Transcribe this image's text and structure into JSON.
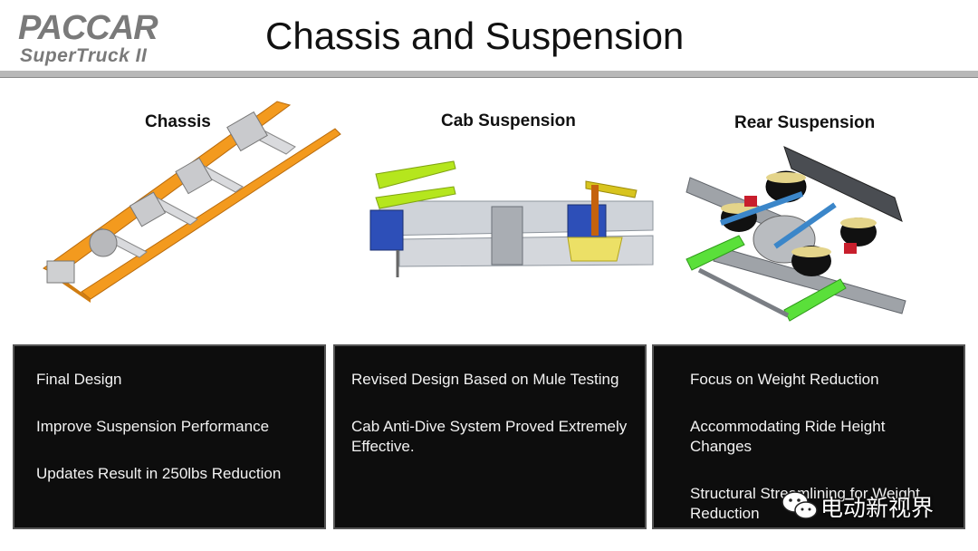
{
  "logo": {
    "brand": "PACCAR",
    "program": "SuperTruck II"
  },
  "title": "Chassis and Suspension",
  "sections": [
    {
      "heading": "Chassis",
      "bullets": [
        "Final Design",
        "Improve Suspension Performance",
        "Updates Result in 250lbs Reduction"
      ]
    },
    {
      "heading": "Cab Suspension",
      "bullets": [
        "Revised Design Based on Mule Testing",
        "Cab Anti-Dive System Proved Extremely Effective."
      ]
    },
    {
      "heading": "Rear Suspension",
      "bullets": [
        "Focus on Weight Reduction",
        "Accommodating Ride Height Changes",
        "Structural Streamlining for Weight Reduction"
      ]
    }
  ],
  "watermark": {
    "text": "电动新视界",
    "icon": "wechat-icon"
  },
  "colors": {
    "chassis_frame": "#f39a1e",
    "panel_bg": "#0d0d0d",
    "title_rule": "#b8b8b8",
    "cab_arm": "#b5e61d",
    "suspension_green": "#5ae03a"
  }
}
